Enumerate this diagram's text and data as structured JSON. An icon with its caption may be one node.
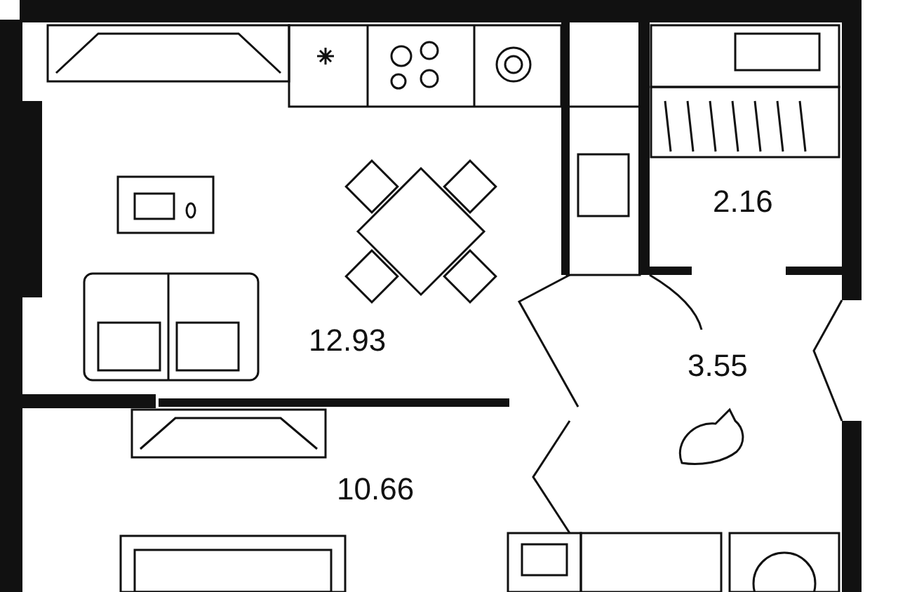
{
  "diagram": {
    "labels": [
      "2.16",
      "12.93",
      "3.55",
      "10.66"
    ]
  }
}
